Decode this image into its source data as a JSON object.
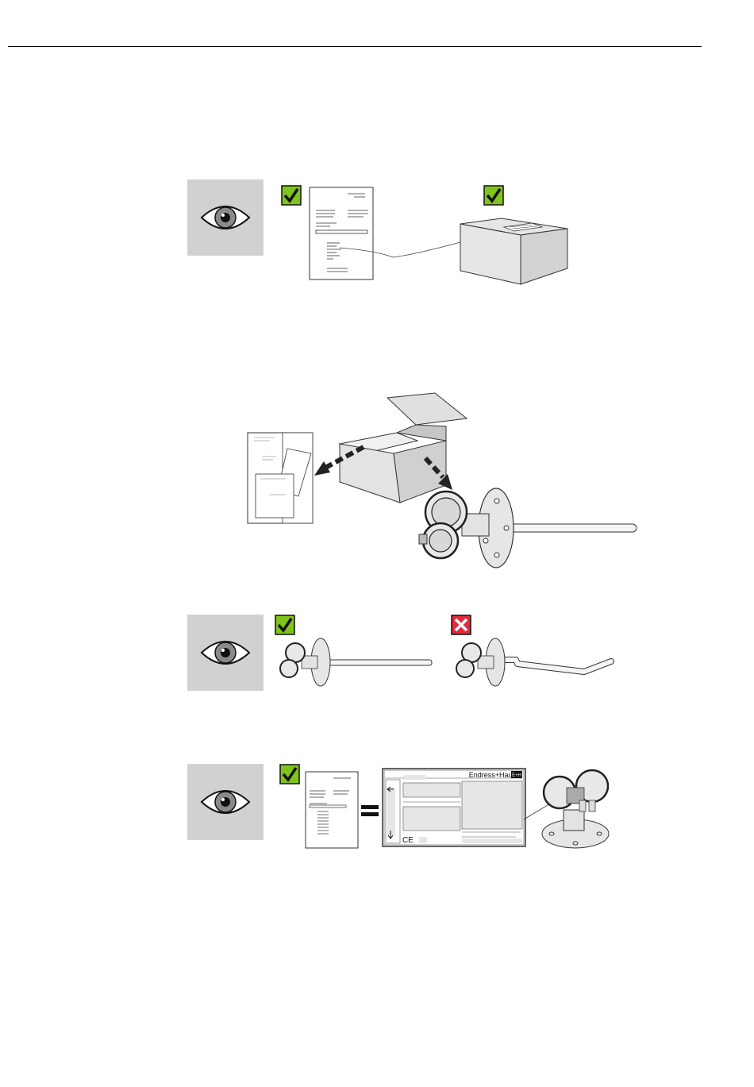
{
  "nameplate": {
    "brand": "Endress+Hauser",
    "brand_mark": "E+H",
    "ce_mark": "CE"
  },
  "colors": {
    "check_green": "#7fc31c",
    "cross_red": "#e02b3c",
    "panel_gray": "#d1d1d1"
  },
  "icons": {
    "inspect": "eye-icon",
    "ok": "check-mark-icon",
    "not_ok": "cross-mark-icon",
    "equals": "equals-sign-icon"
  }
}
